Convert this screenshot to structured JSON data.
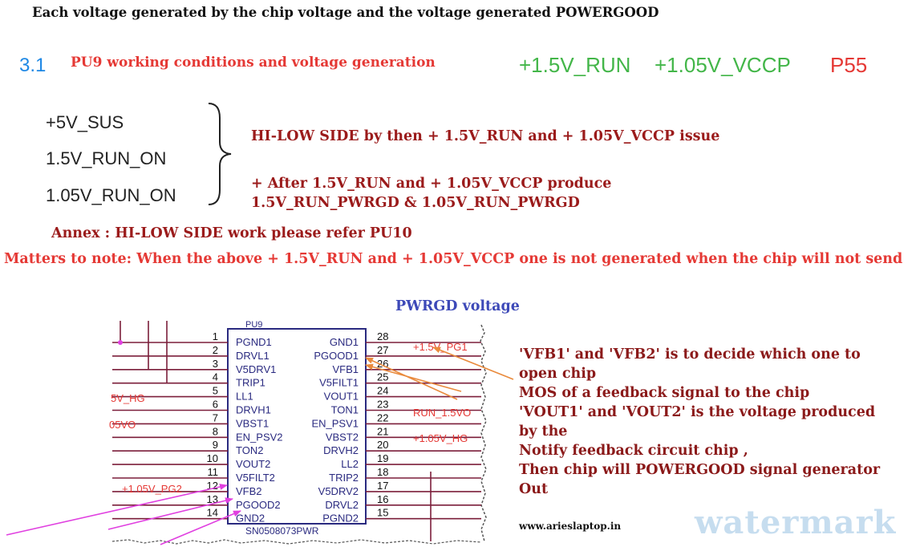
{
  "header": {
    "title": "Each voltage generated by the chip voltage and the voltage generated POWERGOOD"
  },
  "section": {
    "number": "3.1",
    "title": "PU9 working conditions and voltage generation",
    "rail_1": "+1.5V_RUN",
    "rail_2": "+1.05V_VCCP",
    "page_ref": "P55"
  },
  "conditions": [
    "+5V_SUS",
    "1.5V_RUN_ON",
    "1.05V_RUN_ON"
  ],
  "notes": {
    "hi_low": "HI-LOW SIDE by then + 1.5V_RUN and + 1.05V_VCCP issue",
    "after_line1": "+ After 1.5V_RUN and + 1.05V_VCCP produce",
    "after_line2": "1.5V_RUN_PWRGD & 1.05V_RUN_PWRGD",
    "annex": "Annex : HI-LOW SIDE work please refer PU10",
    "matters": "Matters to note: When the above + 1.5V_RUN and + 1.05V_VCCP one is not generated when the chip will not send"
  },
  "schematic": {
    "pwrgd_label": "PWRGD voltage",
    "ref_designator": "PU9",
    "part_number": "SN0508073PWR",
    "left_pins": [
      {
        "num": "1",
        "name": "PGND1"
      },
      {
        "num": "2",
        "name": "DRVL1"
      },
      {
        "num": "3",
        "name": "V5DRV1"
      },
      {
        "num": "4",
        "name": "TRIP1"
      },
      {
        "num": "5",
        "name": "LL1"
      },
      {
        "num": "6",
        "name": "DRVH1"
      },
      {
        "num": "7",
        "name": "VBST1"
      },
      {
        "num": "8",
        "name": "EN_PSV2"
      },
      {
        "num": "9",
        "name": "TON2"
      },
      {
        "num": "10",
        "name": "VOUT2"
      },
      {
        "num": "11",
        "name": "V5FILT2"
      },
      {
        "num": "12",
        "name": "VFB2"
      },
      {
        "num": "13",
        "name": "PGOOD2"
      },
      {
        "num": "14",
        "name": "GND2"
      }
    ],
    "right_pins": [
      {
        "num": "28",
        "name": "GND1"
      },
      {
        "num": "27",
        "name": "PGOOD1"
      },
      {
        "num": "26",
        "name": "VFB1"
      },
      {
        "num": "25",
        "name": "V5FILT1"
      },
      {
        "num": "24",
        "name": "VOUT1"
      },
      {
        "num": "23",
        "name": "TON1"
      },
      {
        "num": "22",
        "name": "EN_PSV1"
      },
      {
        "num": "21",
        "name": "VBST2"
      },
      {
        "num": "20",
        "name": "DRVH2"
      },
      {
        "num": "19",
        "name": "LL2"
      },
      {
        "num": "18",
        "name": "TRIP2"
      },
      {
        "num": "17",
        "name": "V5DRV2"
      },
      {
        "num": "16",
        "name": "DRVL2"
      },
      {
        "num": "15",
        "name": "PGND2"
      }
    ],
    "net_labels": {
      "pg1": "+1.5V_PG1",
      "hg_left": "5V_HG",
      "vo_left": "05VO",
      "pg2": "+1.05V_PG2",
      "run": "RUN_1.5VO",
      "hg_right": "+1.05V_HG"
    }
  },
  "explanation": [
    "'VFB1' and 'VFB2' is to decide which one to",
    "open chip",
    "MOS of a feedback signal to the chip",
    "'VOUT1' and 'VOUT2' is the voltage produced",
    "by the",
    "Notify feedback circuit chip ,",
    "Then chip will POWERGOOD signal generator",
    "Out"
  ],
  "footer": {
    "website": "www.arieslaptop.in",
    "watermark": "watermark"
  },
  "colors": {
    "title_blue": "#1e88e5",
    "red": "#e53935",
    "green": "#43b649",
    "dark_red": "#9b1b1b",
    "pwrgd_blue": "#3d49b8",
    "wire_maroon": "#7b1e3a",
    "arrow_orange": "#e98a3c",
    "arrow_magenta": "#e040e0"
  }
}
